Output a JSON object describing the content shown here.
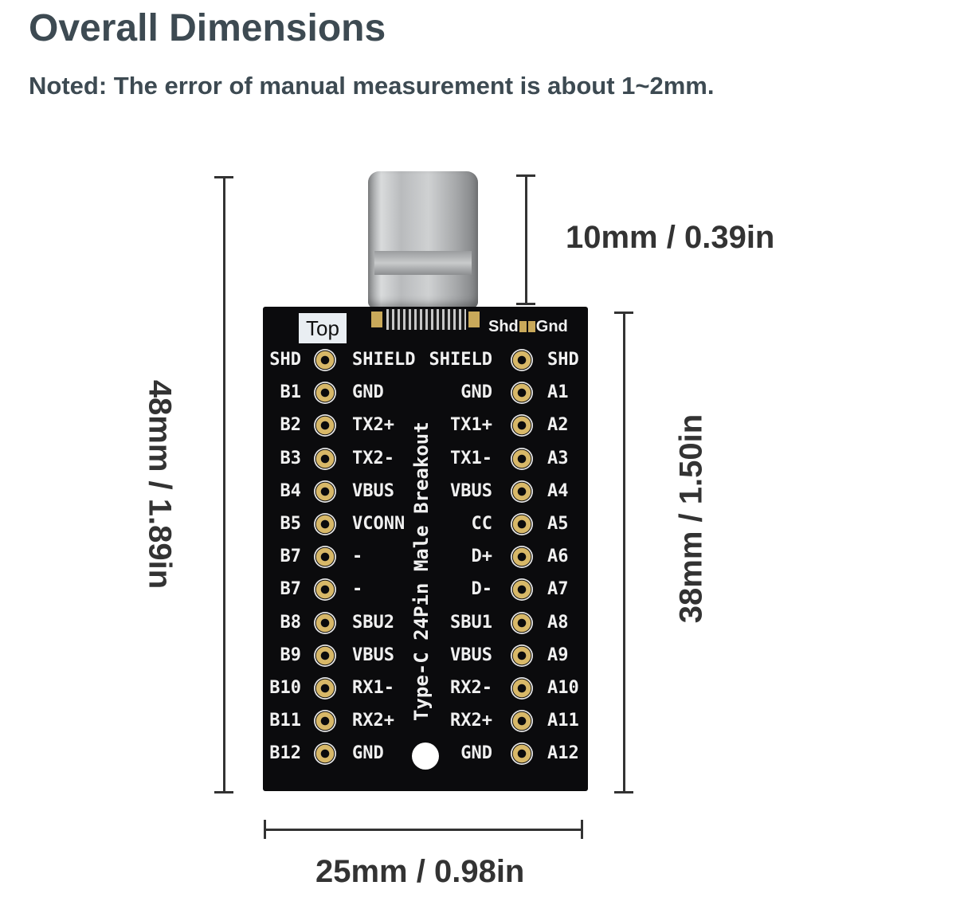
{
  "title": "Overall Dimensions",
  "note": "Noted: The error of manual measurement is about 1~2mm.",
  "dimensions": {
    "height_total": "48mm / 1.89in",
    "height_board": "38mm / 1.50in",
    "width": "25mm / 0.98in",
    "connector": "10mm / 0.39in"
  },
  "board": {
    "top_label": "Top",
    "shd": "Shd",
    "gnd": "Gnd",
    "vertical_text": "Type-C 24Pin Male Breakout",
    "left_outer": [
      "SHD",
      "B1",
      "B2",
      "B3",
      "B4",
      "B5",
      "B7",
      "B7",
      "B8",
      "B9",
      "B10",
      "B11",
      "B12"
    ],
    "left_inner": [
      "SHIELD",
      "GND",
      "TX2+",
      "TX2-",
      "VBUS",
      "VCONN",
      "-",
      "-",
      "SBU2",
      "VBUS",
      "RX1-",
      "RX2+",
      "GND"
    ],
    "right_inner": [
      "SHIELD",
      "GND",
      "TX1+",
      "TX1-",
      "VBUS",
      "CC",
      "D+",
      "D-",
      "SBU1",
      "VBUS",
      "RX2-",
      "RX2+",
      "GND"
    ],
    "right_outer": [
      "SHD",
      "A1",
      "A2",
      "A3",
      "A4",
      "A5",
      "A6",
      "A7",
      "A8",
      "A9",
      "A10",
      "A11",
      "A12"
    ]
  },
  "colors": {
    "text": "#3d4a52",
    "pcb": "#0b0b0d",
    "pad": "#d8b868"
  }
}
